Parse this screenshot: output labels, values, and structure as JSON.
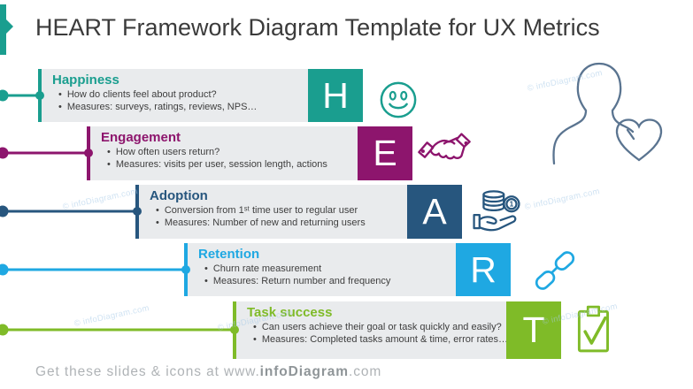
{
  "title": "HEART Framework Diagram Template for UX Metrics",
  "watermark": "© infoDiagram.com",
  "colors": {
    "teal": "#1A9E8F",
    "row_bg": "#E9EBED",
    "title_text": "#3B3B3B",
    "figure": "#5A7490",
    "footer_text": "#AFB3B6",
    "watermark": "#A8CBE8"
  },
  "rows": [
    {
      "letter": "H",
      "title": "Happiness",
      "color": "#1A9E8F",
      "icon": "smiley-icon",
      "bullets": [
        "How do clients feel about product?",
        "Measures: surveys, ratings, reviews, NPS…"
      ]
    },
    {
      "letter": "E",
      "title": "Engagement",
      "color": "#8D156D",
      "icon": "handshake-icon",
      "bullets": [
        "How often users return?",
        "Measures: visits per user, session length, actions"
      ]
    },
    {
      "letter": "A",
      "title": "Adoption",
      "color": "#27567E",
      "icon": "coins-hand-icon",
      "bullets": [
        "Conversion from 1ˢᵗ time user to regular user",
        "Measures: Number of new and returning users"
      ]
    },
    {
      "letter": "R",
      "title": "Retention",
      "color": "#1FA8E2",
      "icon": "chain-link-icon",
      "bullets": [
        "Churn rate measurement",
        "Measures: Return number and frequency"
      ]
    },
    {
      "letter": "T",
      "title": "Task success",
      "color": "#7FBB28",
      "icon": "clipboard-check-icon",
      "bullets": [
        "Can users achieve their goal or task quickly and easily?",
        "Measures: Completed tasks amount & time, error rates…"
      ]
    }
  ],
  "footer": {
    "prefix": "Get these slides & icons at www.",
    "brand": "infoDiagram",
    "suffix": ".com"
  }
}
